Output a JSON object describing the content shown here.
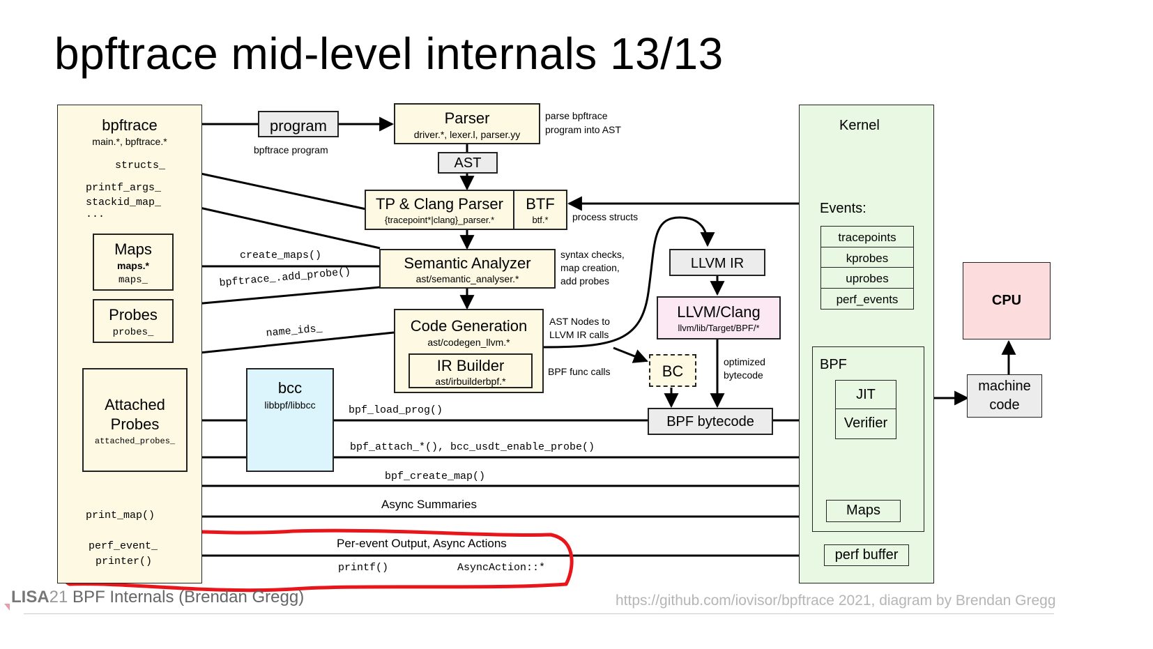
{
  "slide": {
    "title": "bpftrace mid-level internals 13/13",
    "footer_event": "LISA",
    "footer_event_year": "21",
    "footer_talk": "BPF Internals (Brendan Gregg)",
    "footer_source": "https://github.com/iovisor/bpftrace 2021, diagram by Brendan Gregg"
  },
  "colors": {
    "userspace_fill": "#fdf9e2",
    "kernel_fill": "#e8f8e3",
    "bcc_fill": "#dcf4fb",
    "llvm_fill": "#fbe8f3",
    "cpu_fill": "#fcdcdc",
    "neutral_fill": "#ececec",
    "highlight_stroke": "#e8161b"
  },
  "bpftrace_panel": {
    "title": "bpftrace",
    "files": "main.*, bpftrace.*",
    "members": [
      "structs_",
      "printf_args_",
      "stackid_map_",
      "..."
    ],
    "maps": {
      "title": "Maps",
      "files": "maps.*",
      "member": "maps_"
    },
    "probes": {
      "title": "Probes",
      "member": "probes_"
    },
    "attached": {
      "title_line1": "Attached",
      "title_line2": "Probes",
      "member": "attached_probes_"
    },
    "print_map": "print_map()",
    "perf_printer_line1": "perf_event_",
    "perf_printer_line2": "printer()"
  },
  "pipeline": {
    "program": {
      "title": "program",
      "caption": "bpftrace program"
    },
    "parser": {
      "title": "Parser",
      "files": "driver.*, lexer.l, parser.yy",
      "note_line1": "parse bpftrace",
      "note_line2": "program into AST"
    },
    "ast": "AST",
    "tp_clang": {
      "title": "TP & Clang Parser",
      "files": "{tracepoint*|clang}_parser.*"
    },
    "btf": {
      "title": "BTF",
      "files": "btf.*",
      "note": "process structs"
    },
    "semantic": {
      "title": "Semantic Analyzer",
      "files": "ast/semantic_analyser.*",
      "note_line1": "syntax checks,",
      "note_line2": "map creation,",
      "note_line3": "add probes"
    },
    "codegen": {
      "title": "Code Generation",
      "files": "ast/codegen_llvm.*",
      "note_line1": "AST Nodes to",
      "note_line2": "LLVM IR calls"
    },
    "irbuilder": {
      "title": "IR Builder",
      "files": "ast/irbuilderbpf.*",
      "note": "BPF func calls"
    },
    "llvm_ir": "LLVM IR",
    "llvm_clang": {
      "title": "LLVM/Clang",
      "files": "llvm/lib/Target/BPF/*"
    },
    "bc": "BC",
    "optimized_line1": "optimized",
    "optimized_line2": "bytecode",
    "bpf_bytecode": "BPF bytecode"
  },
  "bcc": {
    "title": "bcc",
    "files": "libbpf/libbcc"
  },
  "calls": {
    "create_maps": "create_maps()",
    "add_probe": "bpftrace_.add_probe()",
    "name_ids": "name_ids_",
    "bpf_load_prog": "bpf_load_prog()",
    "bpf_attach": "bpf_attach_*(), bcc_usdt_enable_probe()",
    "bpf_create_map": "bpf_create_map()",
    "async_summaries": "Async Summaries",
    "per_event": "Per-event Output, Async Actions",
    "printf": "printf()",
    "async_action": "AsyncAction::*"
  },
  "kernel": {
    "title": "Kernel",
    "events_title": "Events:",
    "events": [
      "tracepoints",
      "kprobes",
      "uprobes",
      "perf_events"
    ],
    "bpf": {
      "title": "BPF",
      "jit": "JIT",
      "verifier": "Verifier",
      "maps": "Maps"
    },
    "perf_buffer": "perf buffer"
  },
  "hardware": {
    "cpu": "CPU",
    "machine_code_line1": "machine",
    "machine_code_line2": "code"
  }
}
